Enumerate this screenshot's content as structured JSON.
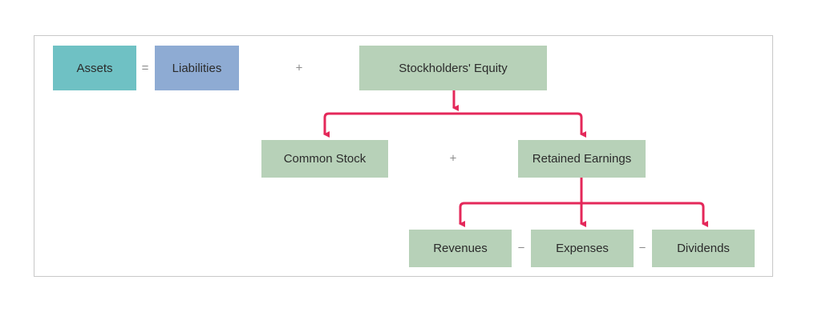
{
  "diagram": {
    "nodes": {
      "assets": "Assets",
      "liabilities": "Liabilities",
      "stockholders_equity": "Stockholders' Equity",
      "common_stock": "Common Stock",
      "retained_earnings": "Retained Earnings",
      "revenues": "Revenues",
      "expenses": "Expenses",
      "dividends": "Dividends"
    },
    "operators": {
      "equals": "=",
      "plus_equity": "+",
      "plus_capital": "+",
      "minus_expenses": "−",
      "minus_dividends": "−"
    },
    "edges": [
      {
        "from": "stockholders_equity",
        "to": "common_stock"
      },
      {
        "from": "stockholders_equity",
        "to": "retained_earnings"
      },
      {
        "from": "retained_earnings",
        "to": "revenues"
      },
      {
        "from": "retained_earnings",
        "to": "expenses"
      },
      {
        "from": "retained_earnings",
        "to": "dividends"
      }
    ],
    "colors": {
      "assets_fill": "#6fc1c4",
      "liabilities_fill": "#8eabd3",
      "equity_fill": "#b7d1b8",
      "arrow": "#e4285a",
      "frame": "#c8c8c8"
    }
  }
}
